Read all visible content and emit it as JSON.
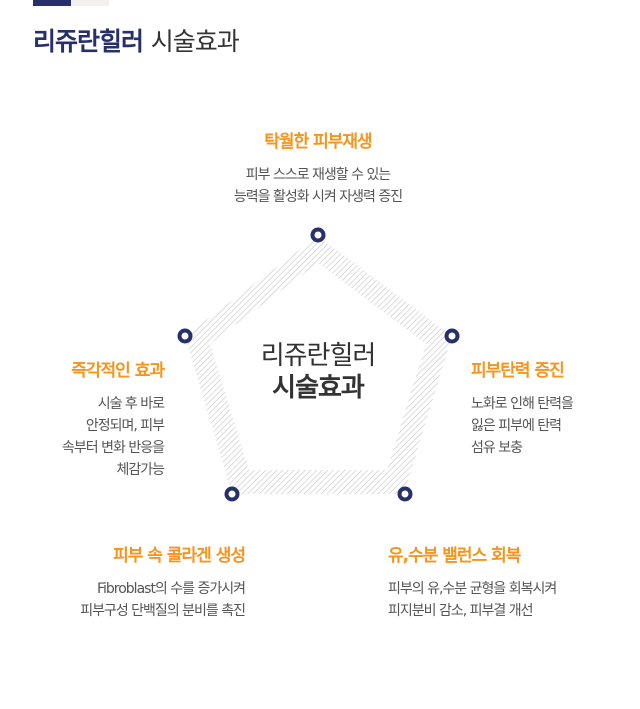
{
  "header": {
    "title_brand": "리쥬란힐러",
    "title_rest": "시술효과"
  },
  "center": {
    "line1": "리쥬란힐러",
    "line2": "시술효과"
  },
  "items": [
    {
      "title": "탁월한 피부재생",
      "lines": [
        "피부 스스로 재생할 수 있는",
        "능력을 활성화 시켜 자생력 증진"
      ]
    },
    {
      "title": "피부탄력 증진",
      "lines": [
        "노화로 인해 탄력을",
        "잃은 피부에 탄력",
        "섬유 보충"
      ]
    },
    {
      "title": "유,수분 밸런스 회복",
      "lines": [
        "피부의 유,수분 균형을 회복시켜",
        "피지분비 감소, 피부결 개선"
      ]
    },
    {
      "title": "피부 속 콜라겐 생성",
      "lines": [
        "Fibroblast의 수를 증가시켜",
        "피부구성 단백질의 분비를 촉진"
      ]
    },
    {
      "title": "즉각적인 효과",
      "lines": [
        "시술 후 바로",
        "안정되며, 피부",
        "속부터 변화 반응을",
        "체감가능"
      ]
    }
  ],
  "colors": {
    "navy": "#27306a",
    "orange": "#f7941d"
  }
}
